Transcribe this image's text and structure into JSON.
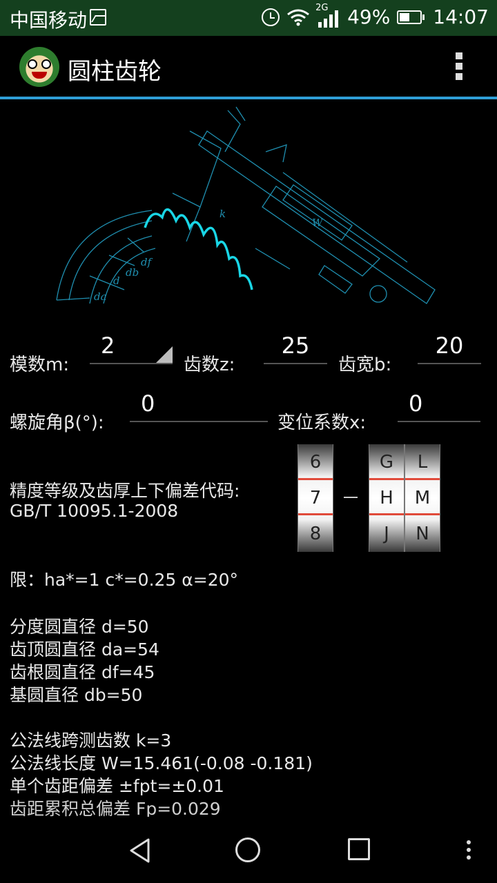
{
  "status": {
    "carrier": "中国移动",
    "net": "2G",
    "battery": "49%",
    "battery_fraction": 0.49,
    "time": "14:07"
  },
  "app": {
    "title": "圆柱齿轮"
  },
  "diagram": {
    "label_k": "k",
    "label_w": "W",
    "label_da": "da",
    "label_d": "d",
    "label_db": "db",
    "label_df": "df"
  },
  "inputs": {
    "module_label": "模数m:",
    "module_value": "2",
    "teeth_label": "齿数z:",
    "teeth_value": "25",
    "width_label": "齿宽b:",
    "width_value": "20",
    "helix_label": "螺旋角β(°):",
    "helix_value": "0",
    "shift_label": "变位系数x:",
    "shift_value": "0"
  },
  "precision": {
    "label": "精度等级及齿厚上下偏差代码:",
    "standard": "GB/T 10095.1-2008",
    "drum1": [
      "6",
      "7",
      "8"
    ],
    "drum2": [
      "G",
      "H",
      "J"
    ],
    "drum3": [
      "L",
      "M",
      "N"
    ]
  },
  "results": {
    "limits": "限：ha*=1 c*=0.25 α=20°",
    "d": "分度圆直径 d=50",
    "da": "齿顶圆直径 da=54",
    "df": "齿根圆直径 df=45",
    "db": "基圆直径 db=50",
    "k": "公法线跨测齿数 k=3",
    "W": "公法线长度 W=15.461(-0.08 -0.181)",
    "fpt": "单个齿距偏差 ±fpt=±0.01",
    "Fp": "齿距累积总偏差 Fp=0.029"
  }
}
